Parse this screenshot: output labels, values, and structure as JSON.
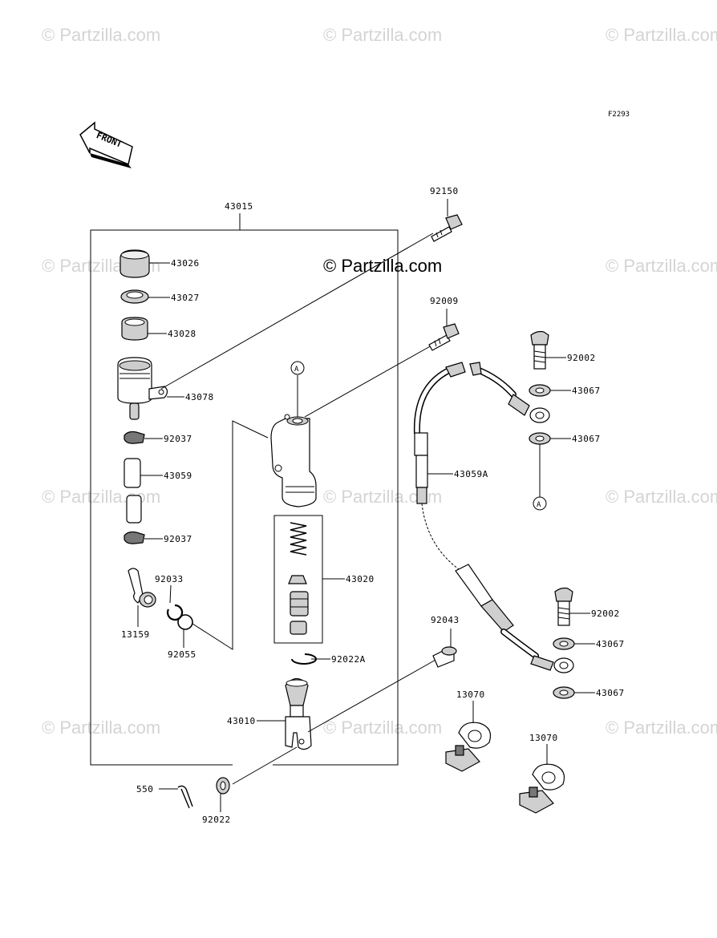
{
  "watermark": "© Partzilla.com",
  "figure_code": "F2293",
  "front_label": "FRONT",
  "ref_marker": "A",
  "parts": {
    "p43015": "43015",
    "p43026": "43026",
    "p43027": "43027",
    "p43028": "43028",
    "p43078": "43078",
    "p92037a": "92037",
    "p43059": "43059",
    "p92037b": "92037",
    "p92033": "92033",
    "p13159": "13159",
    "p92055": "92055",
    "p43020": "43020",
    "p92022A": "92022A",
    "p43010": "43010",
    "p550": "550",
    "p92022": "92022",
    "p92150": "92150",
    "p92009": "92009",
    "p92002a": "92002",
    "p43067a": "43067",
    "p43067b": "43067",
    "p43059A": "43059A",
    "p92002b": "92002",
    "p43067c": "43067",
    "p43067d": "43067",
    "p92043": "92043",
    "p13070a": "13070",
    "p13070b": "13070"
  }
}
